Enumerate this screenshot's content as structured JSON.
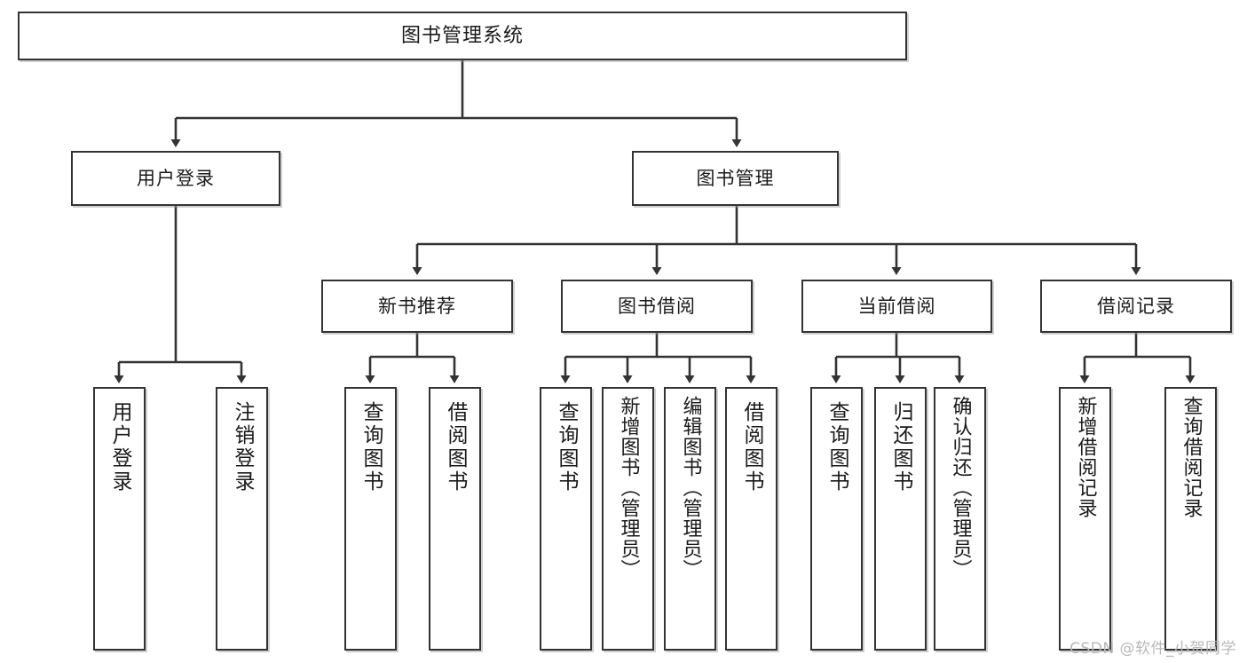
{
  "diagram": {
    "title": "图书管理系统",
    "type": "tree",
    "style": {
      "box_border_color": "#333333",
      "box_fill_color": "#ffffff",
      "connector_color": "#333333",
      "text_color": "#1a1a1a",
      "background": "#ffffff"
    },
    "nodes": {
      "root": {
        "label": "图书管理系统"
      },
      "level2": [
        {
          "id": "user-login",
          "label": "用户登录"
        },
        {
          "id": "book-management",
          "label": "图书管理"
        }
      ],
      "level3": [
        {
          "id": "new-book-recommend",
          "label": "新书推荐"
        },
        {
          "id": "book-borrow",
          "label": "图书借阅"
        },
        {
          "id": "current-borrow",
          "label": "当前借阅"
        },
        {
          "id": "borrow-record",
          "label": "借阅记录"
        }
      ],
      "leaves": {
        "user_login": [
          {
            "id": "leaf-user-login",
            "label": "用户登录"
          },
          {
            "id": "leaf-logout-login",
            "label": "注销登录"
          }
        ],
        "new_book_recommend": [
          {
            "id": "leaf-query-book-1",
            "label": "查询图书"
          },
          {
            "id": "leaf-borrow-book-1",
            "label": "借阅图书"
          }
        ],
        "book_borrow": [
          {
            "id": "leaf-query-book-2",
            "label": "查询图书"
          },
          {
            "id": "leaf-add-book",
            "label": "新增图书（管理员）"
          },
          {
            "id": "leaf-edit-book",
            "label": "编辑图书（管理员）"
          },
          {
            "id": "leaf-borrow-book-2",
            "label": "借阅图书"
          }
        ],
        "current_borrow": [
          {
            "id": "leaf-query-book-3",
            "label": "查询图书"
          },
          {
            "id": "leaf-return-book",
            "label": "归还图书"
          },
          {
            "id": "leaf-confirm-return",
            "label": "确认归还（管理员）"
          }
        ],
        "borrow_record": [
          {
            "id": "leaf-add-borrow-record",
            "label": "新增借阅记录"
          },
          {
            "id": "leaf-query-borrow-record",
            "label": "查询借阅记录"
          }
        ]
      }
    }
  },
  "watermark": {
    "text": "CSDN @软件_小贺同学"
  }
}
